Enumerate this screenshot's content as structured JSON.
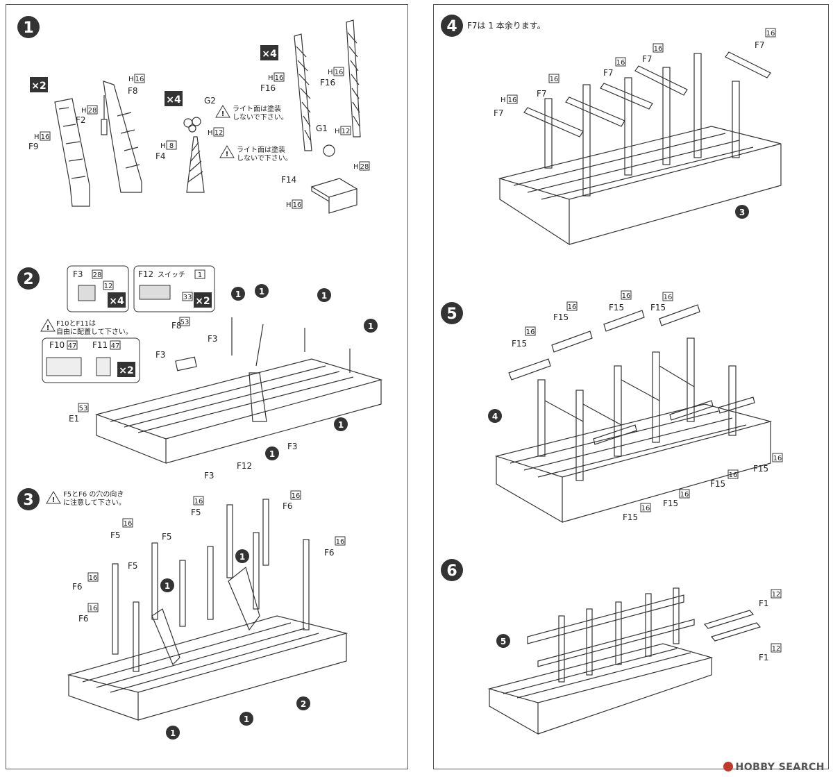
{
  "steps": [
    {
      "num": "1"
    },
    {
      "num": "2"
    },
    {
      "num": "3",
      "note": "F5とF6 の穴の向き\nに注意して下さい。"
    },
    {
      "num": "4",
      "note": "F7は 1 本余ります。"
    },
    {
      "num": "5"
    },
    {
      "num": "6"
    }
  ],
  "step1": {
    "mult_a": "×2",
    "mult_b": "×4",
    "mult_c": "×4",
    "labels": {
      "f8": "F8",
      "f2": "F2",
      "f9": "F9",
      "g2": "G2",
      "f4": "F4",
      "f16a": "F16",
      "f16b": "F16",
      "g1": "G1",
      "f14": "F14",
      "h16": "16",
      "h28": "28",
      "h12": "12",
      "h8": "8",
      "h": "H"
    },
    "warn1": "ライト面は塗装\nしないで下さい。",
    "warn2": "ライト面は塗装\nしないで下さい。"
  },
  "step2": {
    "box1": {
      "part": "F3",
      "h": "28",
      "h2": "12",
      "mult": "×4"
    },
    "box2": {
      "part": "F12",
      "label": "スイッチ",
      "h": "1",
      "h2": "33",
      "mult": "×2"
    },
    "note": "F10とF11は\n自由に配置して下さい。",
    "box3": {
      "a": "F10",
      "ah": "47",
      "b": "F11",
      "bh": "47",
      "mult": "×2"
    },
    "labels": {
      "f8": "F8",
      "f8h": "53",
      "f3": "F3",
      "e1": "E1",
      "e1h": "53",
      "f12": "F12"
    },
    "ref": "1"
  },
  "step3": {
    "labels": {
      "f5": "F5",
      "f6": "F6",
      "h16": "16"
    },
    "ref1": "1",
    "ref2": "2"
  },
  "step4": {
    "labels": {
      "f7": "F7",
      "h16": "16"
    },
    "ref": "3"
  },
  "step5": {
    "labels": {
      "f15": "F15",
      "h16": "16"
    },
    "ref": "4"
  },
  "step6": {
    "labels": {
      "f1": "F1",
      "h12": "12"
    },
    "ref": "5"
  },
  "watermark": "HOBBY SEARCH"
}
